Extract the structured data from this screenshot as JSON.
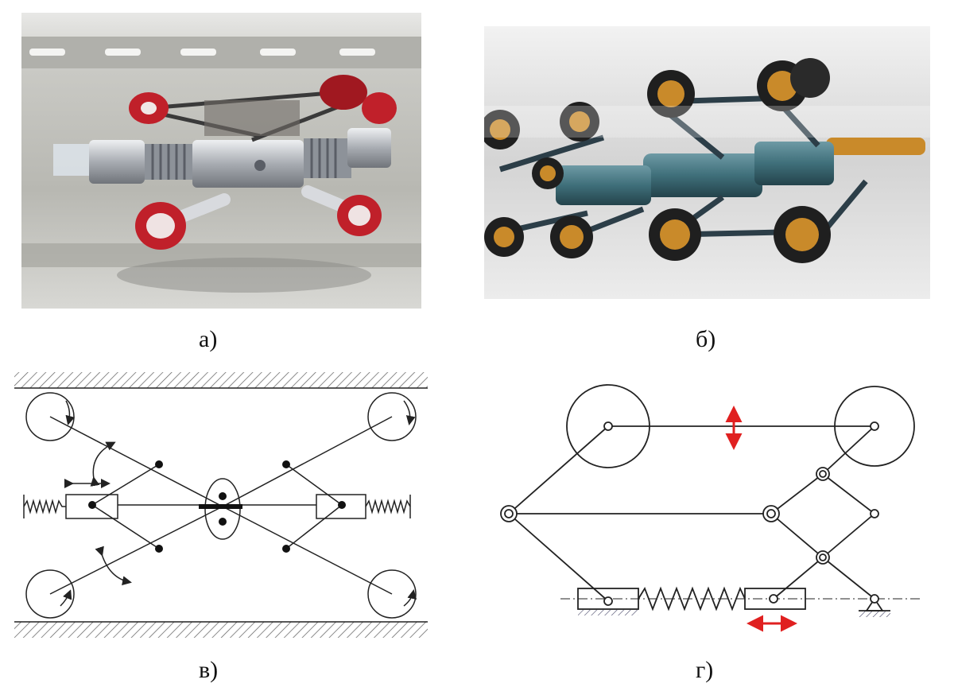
{
  "captions": {
    "a": "а)",
    "b": "б)",
    "v": "в)",
    "g": "г)"
  },
  "colors": {
    "line": "#222222",
    "red_arrow": "#e02020",
    "hatch": "#666666",
    "photo_a_bg": "#c9c9c4",
    "photo_b_bg": "#dcdcdc",
    "wheel_red": "#c0202a",
    "wheel_orange": "#c98a2a",
    "body_teal": "#3f6f7a"
  },
  "figure_kind": {
    "a": "photo-robot-red-wheels",
    "b": "photo-robots-in-pipe",
    "v": "kinematic-scheme-spring-sliders",
    "g": "kinematic-scheme-parallelogram"
  }
}
